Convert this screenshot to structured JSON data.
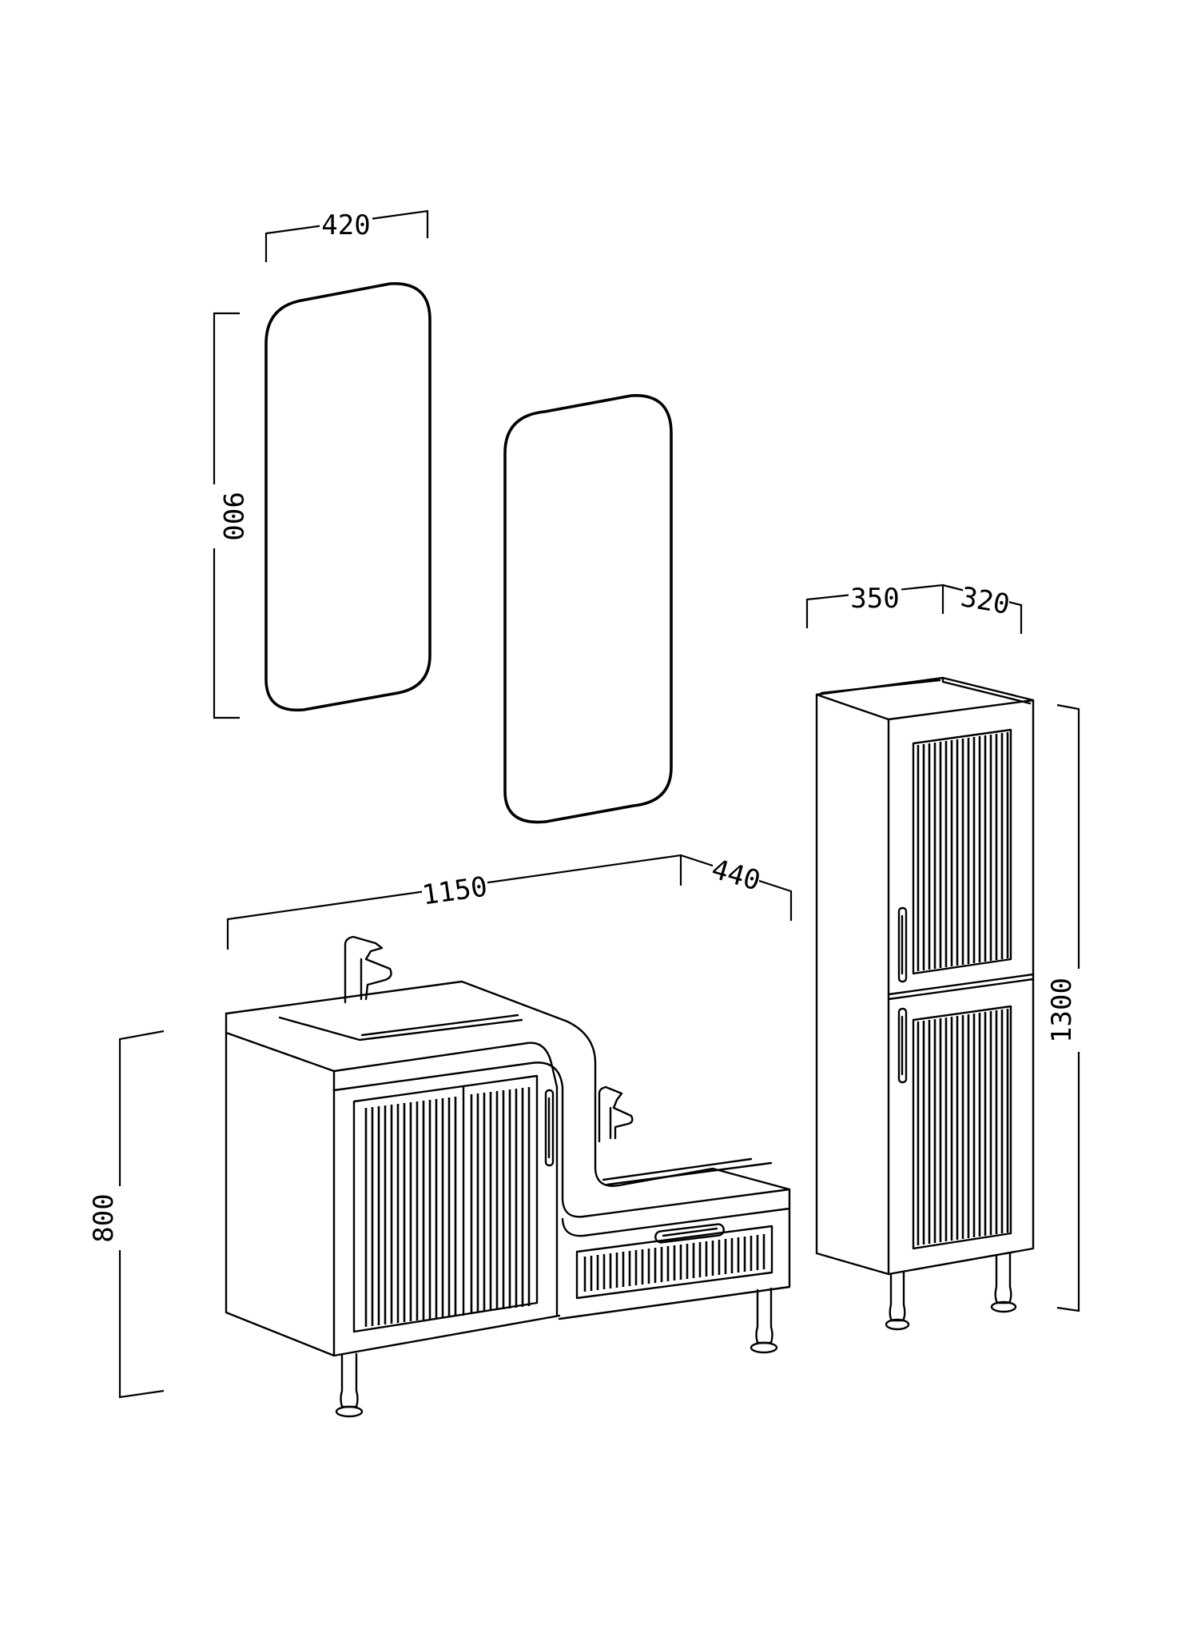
{
  "dimensions": {
    "mirror_width": "420",
    "mirror_height": "900",
    "column_width": "350",
    "column_depth": "320",
    "column_height": "1300",
    "vanity_width": "1150",
    "vanity_depth": "440",
    "vanity_height": "800"
  },
  "colors": {
    "line": "#000000",
    "background": "#ffffff"
  }
}
